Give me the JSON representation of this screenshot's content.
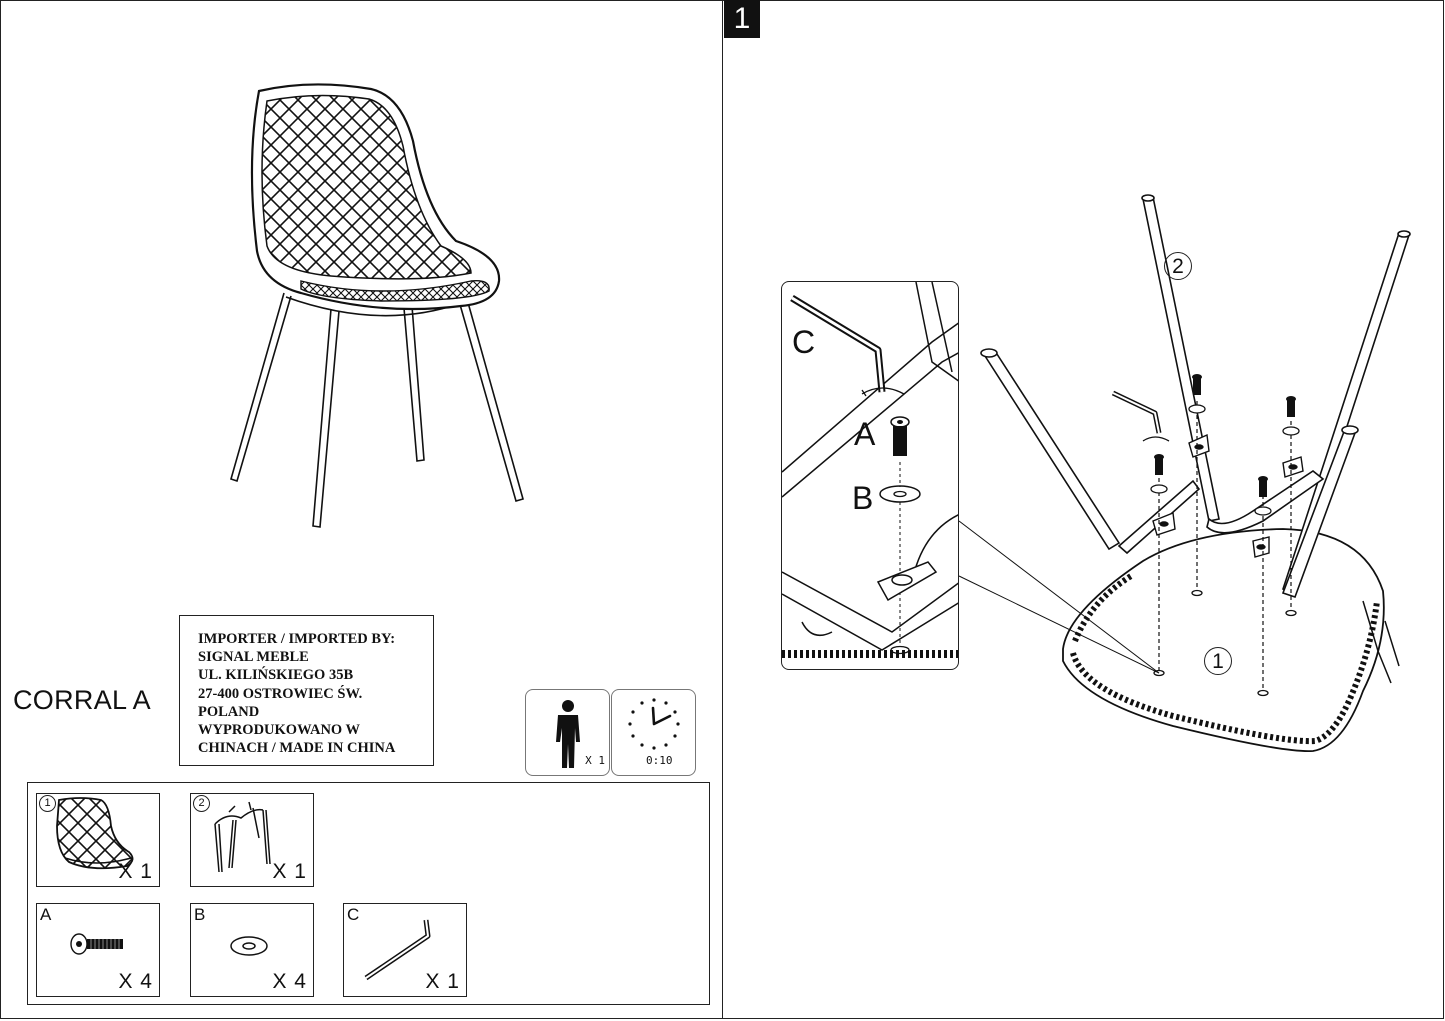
{
  "step": {
    "number": "1"
  },
  "product": {
    "name": "CORRAL A"
  },
  "importer": {
    "lines": [
      "IMPORTER / IMPORTED BY:",
      "SIGNAL MEBLE",
      "UL. KILIŃSKIEGO 35B",
      "27-400 OSTROWIEC ŚW.",
      "POLAND",
      "WYPRODUKOWANO W",
      "CHINACH / MADE IN CHINA"
    ]
  },
  "assembly_info": {
    "persons": "X 1",
    "time": "0:10"
  },
  "parts": [
    {
      "id": "1",
      "kind": "seat-shell",
      "qty": "X 1"
    },
    {
      "id": "2",
      "kind": "leg-frame",
      "qty": "X 1"
    },
    {
      "id": "A",
      "kind": "bolt",
      "qty": "X 4"
    },
    {
      "id": "B",
      "kind": "washer",
      "qty": "X 4"
    },
    {
      "id": "C",
      "kind": "allen-key",
      "qty": "X 1"
    }
  ],
  "diagram": {
    "detail_labels": [
      "C",
      "A",
      "B"
    ],
    "callouts": [
      "2",
      "1"
    ]
  }
}
